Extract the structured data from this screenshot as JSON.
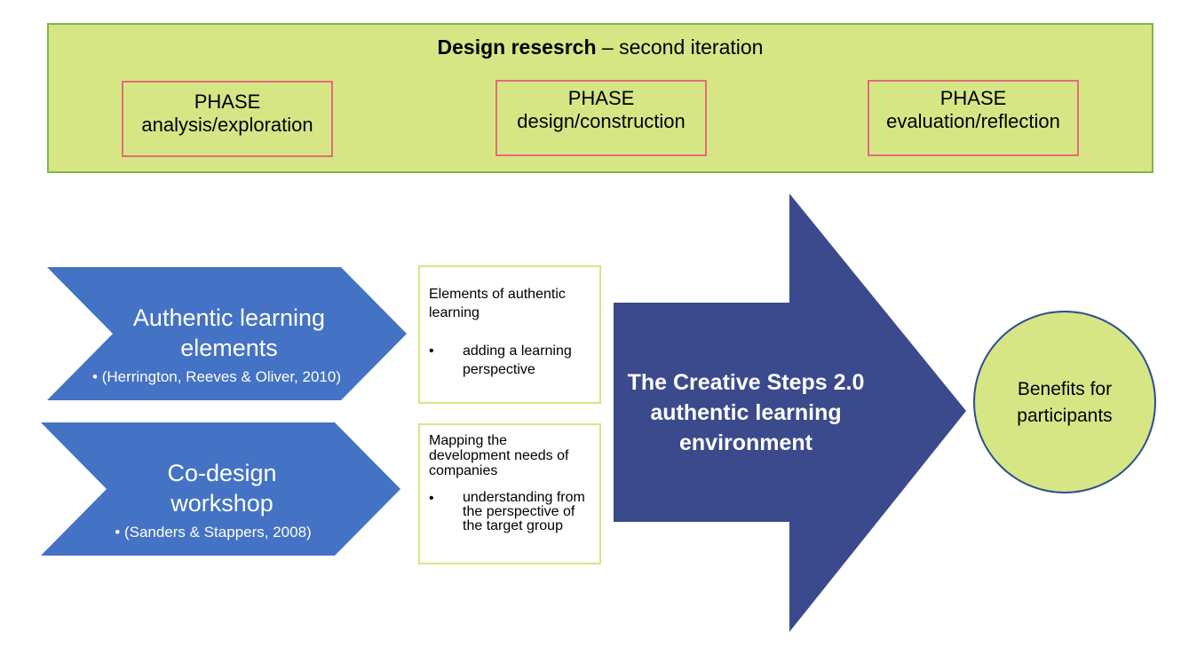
{
  "banner": {
    "title_bold": "Design resesrch",
    "title_rest": " – second iteration",
    "phases": [
      {
        "label": "PHASE",
        "desc": "analysis/exploration"
      },
      {
        "label": "PHASE",
        "desc": "design/construction"
      },
      {
        "label": "PHASE",
        "desc": "evaluation/reflection"
      }
    ]
  },
  "chevrons": [
    {
      "title_line1": "Authentic learning",
      "title_line2": "elements",
      "ref": "• (Herrington, Reeves & Oliver, 2010)"
    },
    {
      "title_line1": "Co-design",
      "title_line2": "workshop",
      "ref": "• (Sanders & Stappers, 2008)"
    }
  ],
  "boxes": [
    {
      "heading": "Elements of authentic learning",
      "bullet": "•",
      "item": "adding a learning perspective"
    },
    {
      "heading": "Mapping the development needs of companies",
      "bullet": "•",
      "item": "understanding from the perspective of the target group"
    }
  ],
  "center": {
    "line1": "The Creative Steps 2.0",
    "line2": "authentic learning",
    "line3": "environment"
  },
  "outcome": {
    "line1": "Benefits for",
    "line2": "participants"
  },
  "colors": {
    "banner_fill": "#d6e685",
    "banner_border": "#7fb84a",
    "phase_border": "#e46a7c",
    "chevron_fill": "#4472c4",
    "arrow_fill": "#3b4a8c",
    "circle_fill": "#d6e685",
    "circle_border": "#2f4f8f"
  }
}
